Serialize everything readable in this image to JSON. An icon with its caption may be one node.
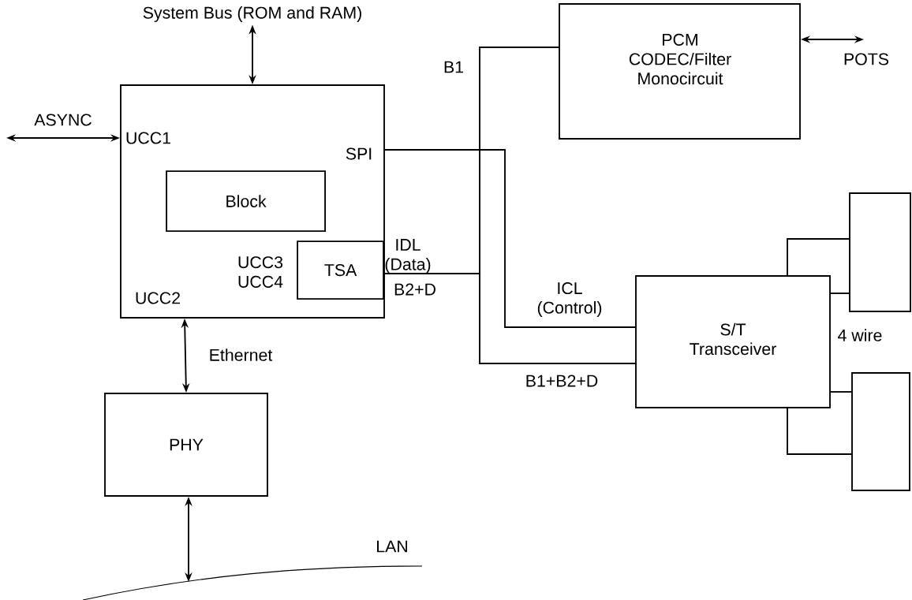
{
  "diagram": {
    "nodes": [
      {
        "text": [
          "UCC1",
          "SPI",
          "UCC3 UCC4",
          "UCC2"
        ]
      },
      {
        "text": [
          "Block"
        ],
        "in": 0
      },
      {
        "text": [
          "TSA"
        ],
        "in": 0
      },
      {
        "text": [
          "PCM CODEC/Filter Monocircuit"
        ]
      },
      {
        "text": [
          "S/T Transceiver"
        ]
      },
      {
        "text": [
          "PHY"
        ]
      },
      {
        "text": [],
        "shape": "box"
      },
      {
        "text": [],
        "shape": "box"
      },
      {
        "text": [
          "LAN"
        ]
      },
      {
        "text": [
          "System Bus (ROM and RAM)"
        ]
      }
    ],
    "edges": [
      {
        "from": 9,
        "to": 0,
        "arrow": "both"
      },
      {
        "from": null,
        "to": 0,
        "arrow": "both",
        "label": "ASYNC"
      },
      {
        "from": 3,
        "to": null,
        "arrow": "both",
        "label": "POTS"
      },
      {
        "from": 0,
        "to": 5,
        "arrow": "both",
        "label": "Ethernet"
      },
      {
        "from": 5,
        "to": 8,
        "arrow": "both"
      },
      {
        "from": 0,
        "to": 4,
        "arrow": "none",
        "label": "ICL (Control)"
      },
      {
        "from": 2,
        "to": 3,
        "arrow": "none",
        "label": "B1"
      },
      {
        "from": 2,
        "to": 4,
        "arrow": "none",
        "label": "B1+B2+D"
      },
      {
        "from": 4,
        "to": 6,
        "arrow": "none"
      },
      {
        "from": 4,
        "to": 6,
        "arrow": "none"
      },
      {
        "from": 4,
        "to": 7,
        "arrow": "none"
      },
      {
        "from": 4,
        "to": 7,
        "arrow": "none"
      }
    ],
    "labels": [
      "IDL (Data)",
      "B2+D",
      "4 wire"
    ]
  }
}
